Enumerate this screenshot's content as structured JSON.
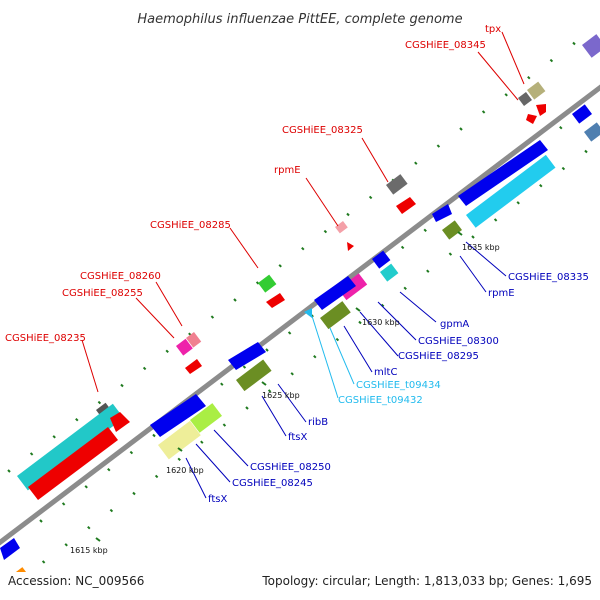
{
  "title": "Haemophilus influenzae PittEE, complete genome",
  "footer": {
    "accession": "Accession: NC_009566",
    "summary": "Topology: circular; Length: 1,813,033 bp; Genes: 1,695"
  },
  "colors": {
    "backbone": "#8c8c8c",
    "forward_label": "#dd0000",
    "reverse_label": "#0000bb",
    "rna_label": "#22bbee",
    "tick": "#1f7a1f"
  },
  "ticks": [
    {
      "label": "1615 kbp"
    },
    {
      "label": "1620 kbp"
    },
    {
      "label": "1625 kbp"
    },
    {
      "label": "1630 kbp"
    },
    {
      "label": "1635 kbp"
    }
  ],
  "forward_labels": [
    {
      "text": "tpx"
    },
    {
      "text": "CGSHiEE_08345"
    },
    {
      "text": "CGSHiEE_08325"
    },
    {
      "text": "rpmE"
    },
    {
      "text": "CGSHiEE_08285"
    },
    {
      "text": "CGSHiEE_08260"
    },
    {
      "text": "CGSHiEE_08255"
    },
    {
      "text": "CGSHiEE_08235"
    }
  ],
  "reverse_labels": [
    {
      "text": "CGSHiEE_08335"
    },
    {
      "text": "rpmE"
    },
    {
      "text": "gpmA"
    },
    {
      "text": "CGSHiEE_08300"
    },
    {
      "text": "CGSHiEE_08295"
    },
    {
      "text": "mltC"
    },
    {
      "text": "CGSHiEE_t09434"
    },
    {
      "text": "CGSHiEE_t09432"
    },
    {
      "text": "ribB"
    },
    {
      "text": "ftsX"
    },
    {
      "text": "CGSHiEE_08250"
    },
    {
      "text": "CGSHiEE_08245"
    },
    {
      "text": "ftsX"
    }
  ]
}
